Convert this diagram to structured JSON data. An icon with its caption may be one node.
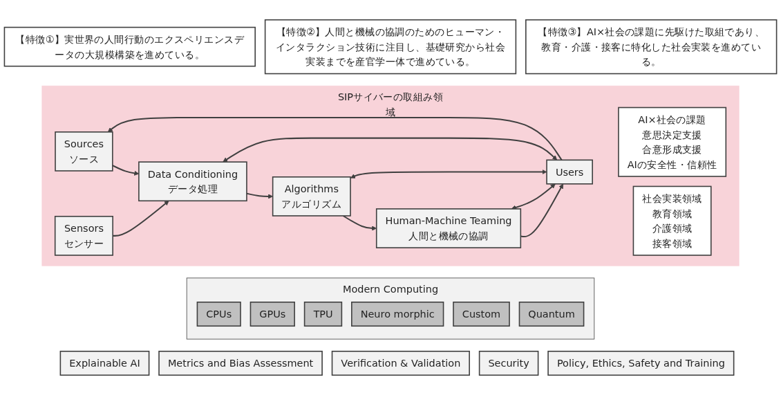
{
  "diagram": {
    "nodes": [
      {
        "text": [
          "【特徴①】実世界の人間行動のエクスペリエンスデータの大規模構築を進めている。"
        ]
      },
      {
        "text": [
          "【特徴②】人間と機械の協調のためのヒューマン・インタラクション技術に注目し、基礎研究から社会実装までを産官学一体で進めている。"
        ]
      },
      {
        "text": [
          "【特徴③】AI×社会の課題に先駆けた取組であり、教育・介護・接客に特化した社会実装を進めている。"
        ]
      },
      {
        "text": [
          "SIPサイバーの取組み領域"
        ]
      },
      {
        "text": [
          "Sensors",
          "センサー"
        ],
        "in": 3
      },
      {
        "text": [
          "Sources",
          "ソース"
        ],
        "in": 3
      },
      {
        "text": [
          "Data Conditioning",
          "データ処理"
        ],
        "in": 3
      },
      {
        "text": [
          "Algorithms",
          "アルゴリズム"
        ],
        "in": 3
      },
      {
        "text": [
          "Human-Machine Teaming",
          "人間と機械の協調"
        ],
        "in": 3
      },
      {
        "text": [
          "Users"
        ],
        "in": 3
      },
      {
        "text": [
          "社会実装領域",
          "教育領域",
          "介護領域",
          "接客領域"
        ],
        "in": 3
      },
      {
        "text": [
          "AI×社会の課題",
          "意思決定支援",
          "合意形成支援",
          "AIの安全性・信頼性"
        ],
        "in": 3
      },
      {
        "text": [
          "Modern Computing"
        ]
      },
      {
        "text": [
          "CPUs"
        ],
        "in": 12
      },
      {
        "text": [
          "GPUs"
        ],
        "in": 12
      },
      {
        "text": [
          "TPU"
        ],
        "in": 12
      },
      {
        "text": [
          "Neuro morphic"
        ],
        "in": 12
      },
      {
        "text": [
          "Custom"
        ],
        "in": 12
      },
      {
        "text": [
          "Quantum"
        ],
        "in": 12
      },
      {
        "text": [
          "Explainable AI"
        ]
      },
      {
        "text": [
          "Metrics and Bias Assessment"
        ]
      },
      {
        "text": [
          "Verification & Validation"
        ]
      },
      {
        "text": [
          "Security"
        ]
      },
      {
        "text": [
          "Policy, Ethics, Safety and Training"
        ]
      }
    ],
    "edges": [
      {
        "from": 4,
        "to": 6,
        "arrow": "to"
      },
      {
        "from": 5,
        "to": 6,
        "arrow": "to"
      },
      {
        "from": 6,
        "to": 7,
        "arrow": "to"
      },
      {
        "from": 7,
        "to": 8,
        "arrow": "to"
      },
      {
        "from": 8,
        "to": 9,
        "arrow": "to"
      },
      {
        "from": 9,
        "to": 5,
        "arrow": "to"
      },
      {
        "from": 6,
        "to": 9,
        "arrow": "both"
      },
      {
        "from": 7,
        "to": 9,
        "arrow": "both"
      },
      {
        "from": 8,
        "to": 9,
        "arrow": "both"
      }
    ]
  }
}
